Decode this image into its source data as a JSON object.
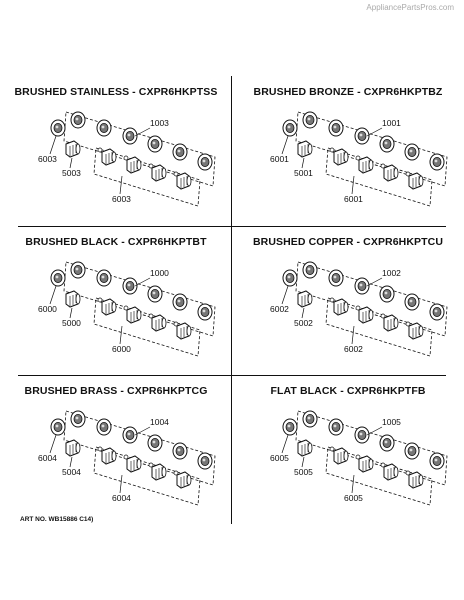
{
  "watermark": "AppliancePartsPros.com",
  "art_number": "ART NO. WB15886 C14)",
  "panels": [
    {
      "title": "BRUSHED STAINLESS - CXPR6HKPTSS",
      "kit_label": "1003",
      "single_knob_label": "6003",
      "small_knob_label": "5003",
      "knob_row_label": "6003"
    },
    {
      "title": "BRUSHED BRONZE - CXPR6HKPTBZ",
      "kit_label": "1001",
      "single_knob_label": "6001",
      "small_knob_label": "5001",
      "knob_row_label": "6001"
    },
    {
      "title": "BRUSHED BLACK - CXPR6HKPTBT",
      "kit_label": "1000",
      "single_knob_label": "6000",
      "small_knob_label": "5000",
      "knob_row_label": "6000"
    },
    {
      "title": "BRUSHED COPPER - CXPR6HKPTCU",
      "kit_label": "1002",
      "single_knob_label": "6002",
      "small_knob_label": "5002",
      "knob_row_label": "6002"
    },
    {
      "title": "BRUSHED BRASS - CXPR6HKPTCG",
      "kit_label": "1004",
      "single_knob_label": "6004",
      "small_knob_label": "5004",
      "knob_row_label": "6004"
    },
    {
      "title": "FLAT BLACK - CXPR6HKPTFB",
      "kit_label": "1005",
      "single_knob_label": "6005",
      "small_knob_label": "5005",
      "knob_row_label": "6005"
    }
  ]
}
